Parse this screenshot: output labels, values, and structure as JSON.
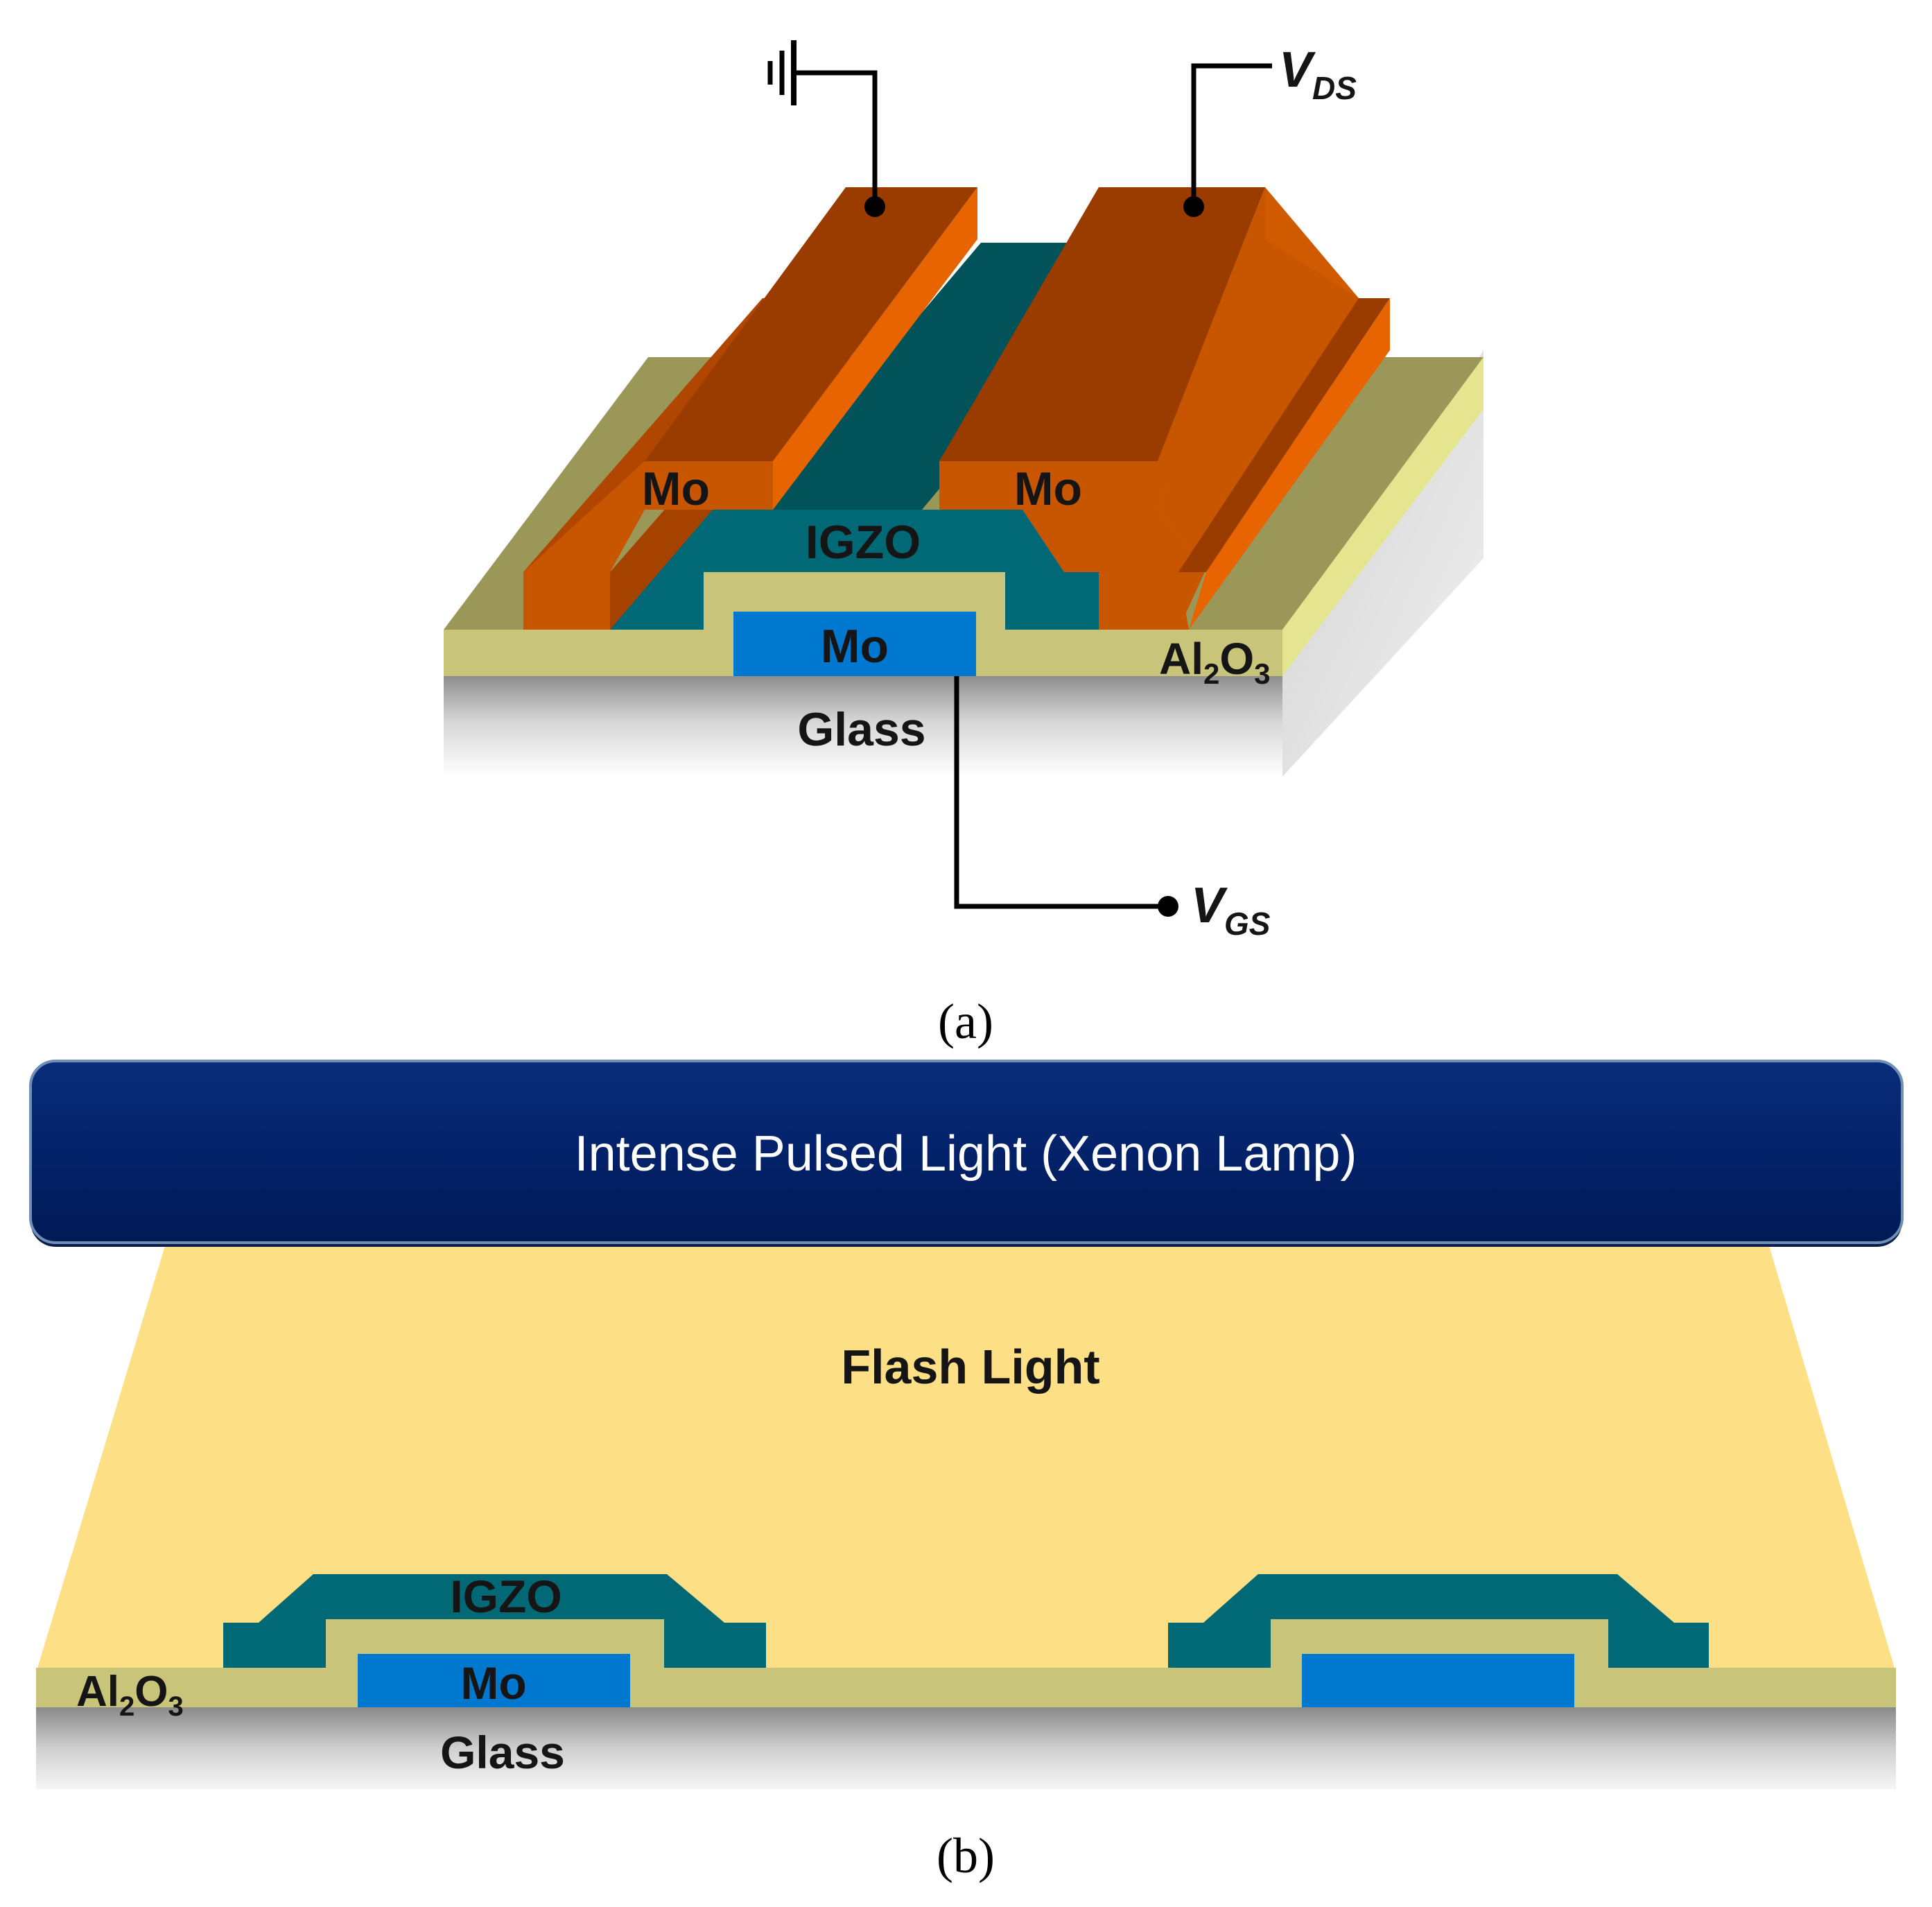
{
  "panel_a": {
    "caption": "(a)",
    "labels": {
      "mo_source": "Mo",
      "mo_drain": "Mo",
      "igzo": "IGZO",
      "mo_gate": "Mo",
      "al2o3_base": "Al",
      "al2o3_sub1": "2",
      "al2o3_mid": "O",
      "al2o3_sub2": "3",
      "glass": "Glass",
      "vds_main": "V",
      "vds_sub": "DS",
      "vgs_main": "V",
      "vgs_sub": "GS"
    }
  },
  "panel_b": {
    "caption": "(b)",
    "lamp_label": "Intense Pulsed Light (Xenon Lamp)",
    "flash_label": "Flash Light",
    "labels": {
      "igzo": "IGZO",
      "mo_gate": "Mo",
      "al2o3_base": "Al",
      "al2o3_sub1": "2",
      "al2o3_mid": "O",
      "al2o3_sub2": "3",
      "glass": "Glass"
    }
  },
  "colors": {
    "mo_contact_dark": "#9a3c00",
    "mo_contact_mid": "#c85500",
    "mo_contact_light": "#e86400",
    "igzo_top": "#02525a",
    "igzo_front": "#016875",
    "al2o3_front": "#c8c57a",
    "al2o3_top": "#9a9758",
    "al2o3_side": "#e6e58f",
    "gate_mo": "#0078d0",
    "lamp": "#03226a",
    "flash": "#fde086",
    "wire": "#000000"
  }
}
